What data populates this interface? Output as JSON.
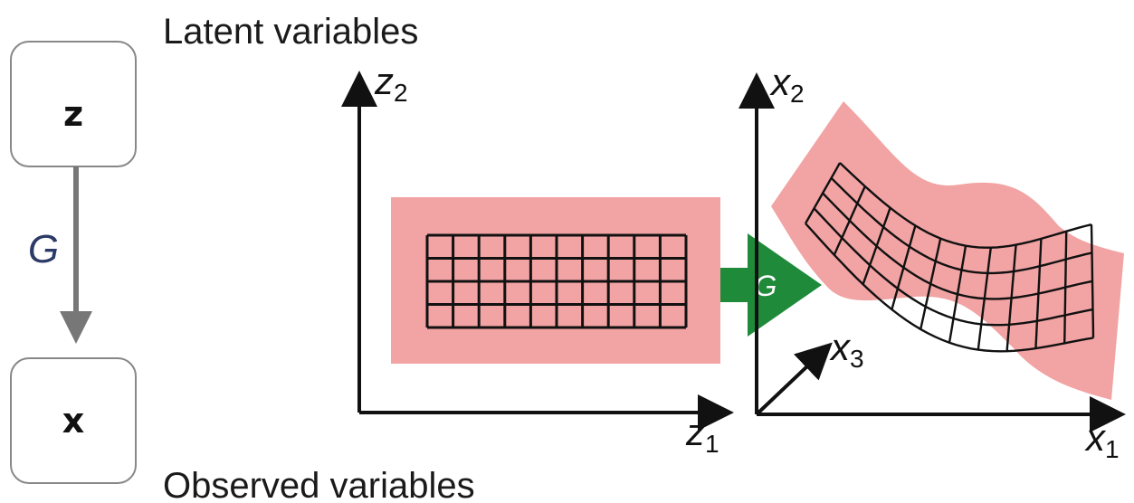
{
  "graphical_model": {
    "latent_node": "z",
    "observed_node": "x",
    "edge_label": "G",
    "latent_caption": "Latent variables",
    "observed_caption": "Observed variables"
  },
  "latent_space": {
    "axis_vertical": {
      "base": "z",
      "sub": "2"
    },
    "axis_horizontal": {
      "base": "z",
      "sub": "1"
    }
  },
  "mapping_arrow_label": "G",
  "observed_space": {
    "axis_vertical": {
      "base": "x",
      "sub": "2"
    },
    "axis_horizontal": {
      "base": "x",
      "sub": "1"
    },
    "axis_depth": {
      "base": "x",
      "sub": "3"
    }
  },
  "colors": {
    "region_fill": "#f2a3a3",
    "mapping_arrow": "#1e8a3a",
    "edge_label_color": "#2b3a67",
    "edge_arrow": "#777777"
  }
}
